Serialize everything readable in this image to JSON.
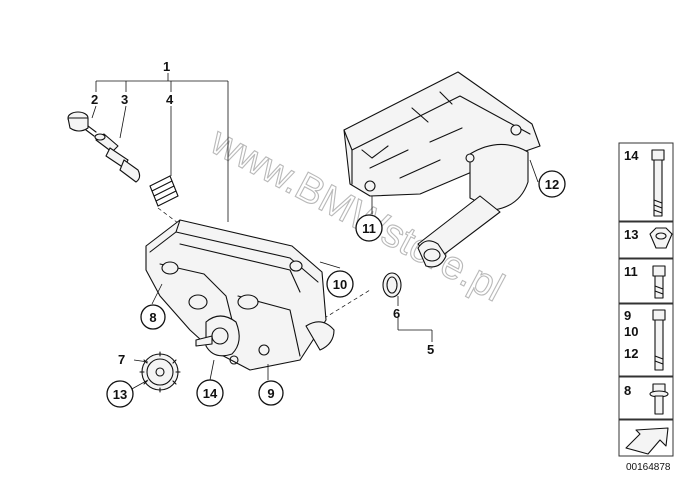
{
  "diagram": {
    "callouts": {
      "c1": "1",
      "c2": "2",
      "c3": "3",
      "c4": "4",
      "c5": "5",
      "c6": "6",
      "c7": "7",
      "c8": "8",
      "c9": "9",
      "c10": "10",
      "c11": "11",
      "c12": "12",
      "c13": "13",
      "c14": "14"
    },
    "watermark": "www.BMWstore.pl"
  },
  "sidebar": {
    "items": [
      {
        "labels": [
          "14"
        ],
        "icon": "long-bolt-icon"
      },
      {
        "labels": [
          "13"
        ],
        "icon": "hex-nut-icon"
      },
      {
        "labels": [
          "11"
        ],
        "icon": "short-bolt-icon"
      },
      {
        "labels": [
          "9",
          "10",
          "12"
        ],
        "icon": "stud-bolt-icon"
      },
      {
        "labels": [
          "8"
        ],
        "icon": "flange-bolt-icon"
      }
    ],
    "nav_icon": "arrow-down-right-icon"
  },
  "doc_number": "00164878"
}
